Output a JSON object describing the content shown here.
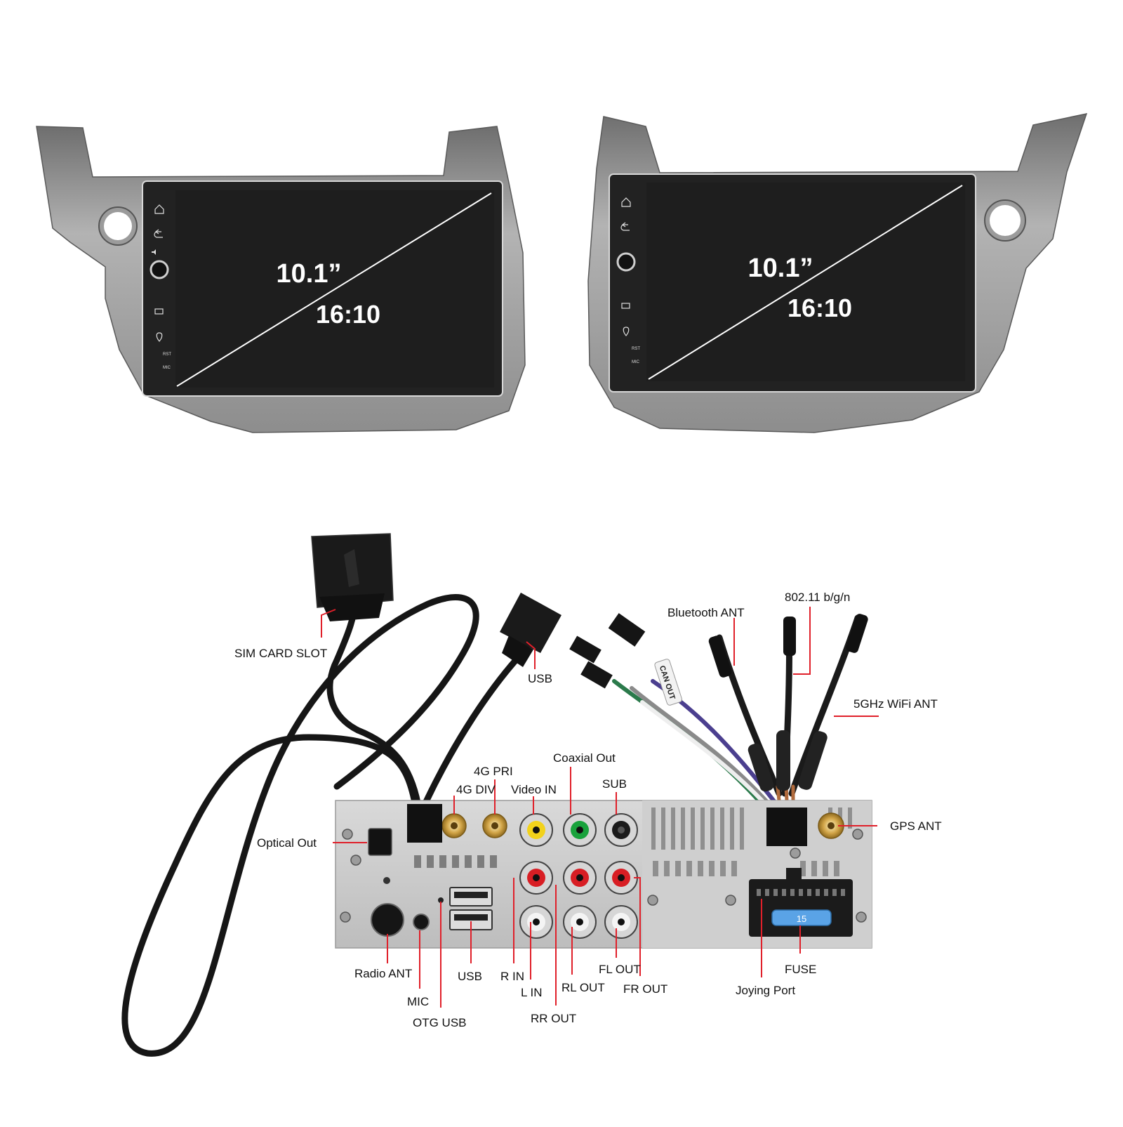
{
  "units": [
    {
      "size": "10.1”",
      "ratio": "16:10",
      "side_buttons": [
        "RST",
        "MIC"
      ]
    },
    {
      "size": "10.1”",
      "ratio": "16:10",
      "side_buttons": [
        "RST",
        "MIC"
      ]
    }
  ],
  "callouts": {
    "sim_card_slot": "SIM CARD SLOT",
    "usb_top": "USB",
    "bluetooth_ant": "Bluetooth ANT",
    "wifi_standard": "802.11 b/g/n",
    "wifi_5ghz": "5GHz WiFi ANT",
    "coaxial_out": "Coaxial Out",
    "pri_4g": "4G PRI",
    "div_4g": "4G DIV",
    "video_in": "Video IN",
    "sub": "SUB",
    "gps_ant": "GPS ANT",
    "optical_out": "Optical Out",
    "radio_ant": "Radio ANT",
    "mic": "MIC",
    "otg_usb": "OTG USB",
    "usb_bottom": "USB",
    "r_in": "R IN",
    "l_in": "L IN",
    "rr_out": "RR OUT",
    "rl_out": "RL OUT",
    "fl_out": "FL OUT",
    "fr_out": "FR OUT",
    "joying_port": "Joying Port",
    "fuse": "FUSE"
  },
  "fuse_rating": "15",
  "cable_tag": "CAN OUT",
  "colors": {
    "accent": "#e0202a",
    "bezel": "#a9a9a9",
    "screen": "#1e1e1e",
    "chassis": "#c9c9c9",
    "rca_red": "#d81e24",
    "rca_white": "#e8e8e8",
    "rca_yellow": "#f2d21b",
    "rca_green": "#19a23c",
    "fuse_blue": "#5aa3e6",
    "gold": "#c89a3c"
  }
}
